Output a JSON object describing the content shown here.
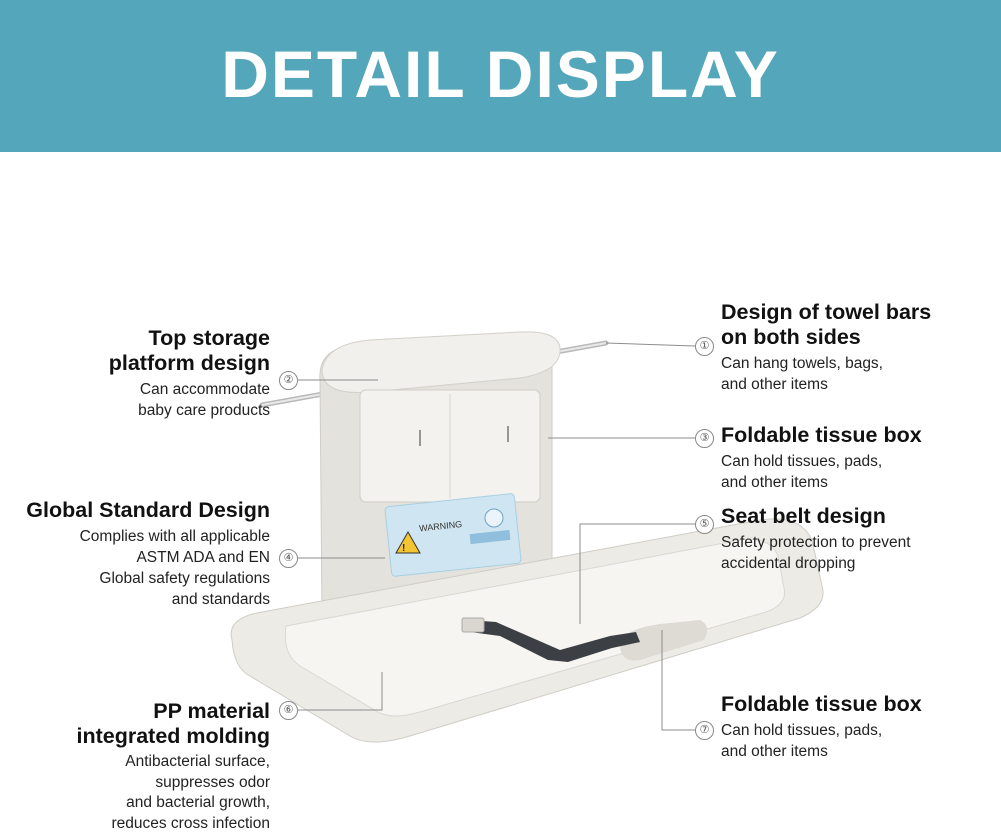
{
  "banner": {
    "title": "DETAIL DISPLAY",
    "color": "#54a7bb"
  },
  "callouts": [
    {
      "number": "①",
      "title_lines": [
        "Design of towel bars",
        "on both sides"
      ],
      "body_lines": [
        "Can hang towels, bags,",
        "and other items"
      ]
    },
    {
      "number": "②",
      "title_lines": [
        "Top storage",
        "platform design"
      ],
      "body_lines": [
        "Can accommodate",
        "baby care products"
      ]
    },
    {
      "number": "③",
      "title_lines": [
        "Foldable tissue box"
      ],
      "body_lines": [
        "Can hold tissues, pads,",
        "and other items"
      ]
    },
    {
      "number": "④",
      "title_lines": [
        "Global Standard Design"
      ],
      "body_lines": [
        "Complies with all applicable",
        "ASTM ADA and EN",
        "Global safety regulations",
        "and standards"
      ]
    },
    {
      "number": "⑤",
      "title_lines": [
        "Seat belt design"
      ],
      "body_lines": [
        "Safety protection to prevent",
        "accidental dropping"
      ]
    },
    {
      "number": "⑥",
      "title_lines": [
        "PP material",
        "integrated molding"
      ],
      "body_lines": [
        "Antibacterial surface,",
        "suppresses odor",
        "and bacterial growth,",
        "reduces cross infection"
      ]
    },
    {
      "number": "⑦",
      "title_lines": [
        "Foldable tissue box"
      ],
      "body_lines": [
        "Can hold tissues, pads,",
        "and other items"
      ]
    }
  ],
  "product": {
    "warning_label": "WARNING",
    "icon": "baby-changing-station-illustration",
    "colors": {
      "plastic": "#ecebe6",
      "plastic_shadow": "#d6d4ce",
      "label": "#cfe6f2",
      "strap": "#3c3f44"
    }
  }
}
